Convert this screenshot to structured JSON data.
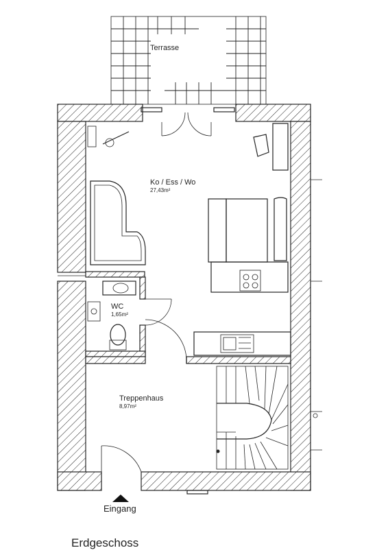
{
  "plan": {
    "title": "Erdgeschoss",
    "entrance_label": "Eingang",
    "rooms": {
      "terrace": {
        "name": "Terrasse"
      },
      "living": {
        "name": "Ko / Ess / Wo",
        "area": "27,43m²"
      },
      "wc": {
        "name": "WC",
        "area": "1,65m²"
      },
      "stairwell": {
        "name": "Treppenhaus",
        "area": "8,97m²"
      }
    }
  }
}
